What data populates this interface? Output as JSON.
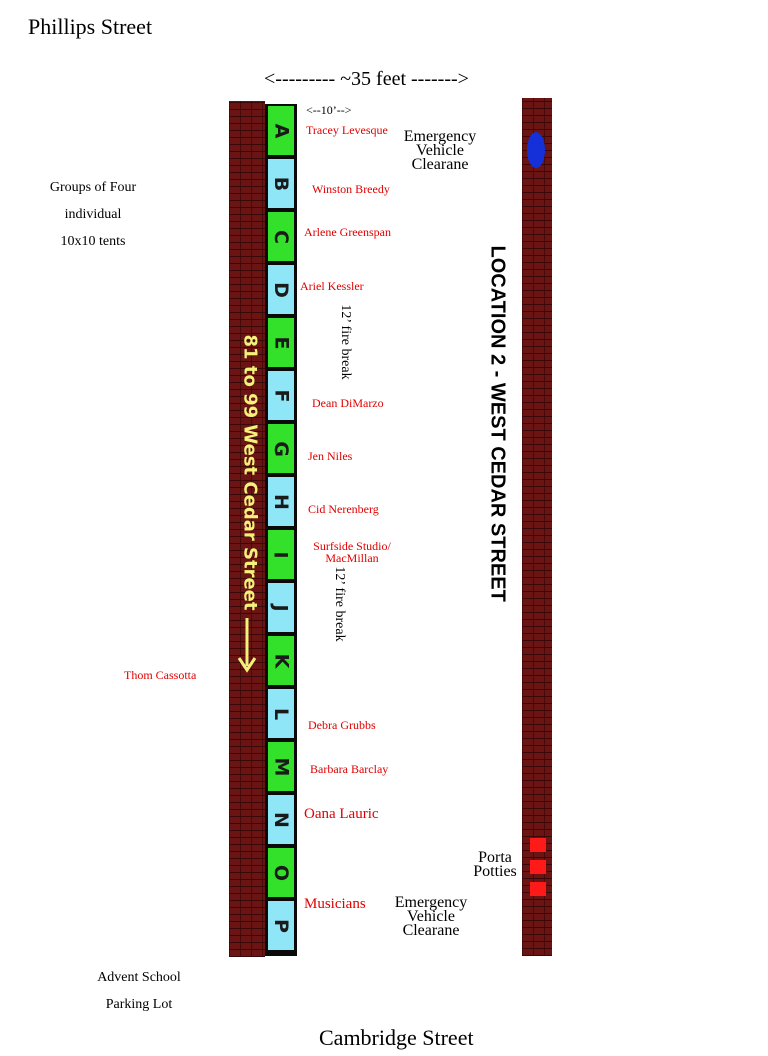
{
  "streets": {
    "top": "Phillips Street",
    "bottom": "Cambridge Street",
    "left_sideways": "81 to 99 West Cedar Street",
    "location": "LOCATION 2 - WEST CEDAR STREET"
  },
  "dimensions": {
    "width": "<---------  ~35 feet  ------->",
    "tent_width": "<--10’-->"
  },
  "notes": {
    "groups": [
      "Groups of Four",
      "individual",
      "10x10 tents"
    ],
    "parking": [
      "Advent School",
      "Parking Lot"
    ],
    "fire_break": "12’ fire break",
    "emergency": [
      "Emergency",
      "Vehicle",
      "Clearane"
    ],
    "porta": [
      "Porta",
      "Potties"
    ]
  },
  "booths": [
    "A",
    "B",
    "C",
    "D",
    "E",
    "F",
    "G",
    "H",
    "I",
    "J",
    "K",
    "L",
    "M",
    "N",
    "O",
    "P"
  ],
  "vendors": {
    "a": "Tracey Levesque",
    "b": "Winston Breedy",
    "c": "Arlene Greenspan",
    "d": "Ariel Kessler",
    "f": "Dean DiMarzo",
    "g": "Jen Niles",
    "h": "Cid Nerenberg",
    "i": [
      "Surfside Studio/",
      "MacMillan"
    ],
    "k": "Thom Cassotta",
    "l": "Debra Grubbs",
    "m": "Barbara Barclay",
    "n": "Oana Lauric",
    "p": "Musicians"
  },
  "colors": {
    "brick": "#6b1414",
    "booth_green": "#33e02a",
    "booth_cyan": "#8fe6f6",
    "vendor_text": "#e00000",
    "porta_potty": "#ff1a1a",
    "emergency_marker": "#1530d8"
  }
}
